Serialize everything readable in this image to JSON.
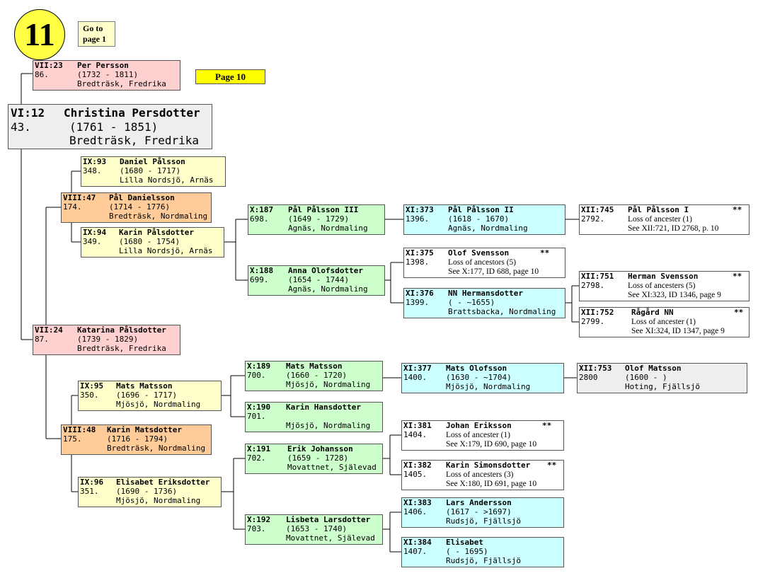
{
  "page_badge": "11",
  "goto_label_1": "Go to",
  "goto_label_2": "page 1",
  "page_ref": "Page 10",
  "main": {
    "id": "VI:12",
    "num": "43.",
    "name": "Christina Persdotter",
    "years": "(1761 - 1851)",
    "place": "Bredträsk, Fredrika"
  },
  "persons": {
    "p1": {
      "id": "VII:23",
      "num": "86.",
      "name": "Per Persson",
      "years": "(1732 - 1811)",
      "place": "Bredträsk, Fredrika"
    },
    "p2": {
      "id": "VII:24",
      "num": "87.",
      "name": "Katarina Pålsdotter",
      "years": "(1739 - 1829)",
      "place": "Bredträsk, Fredrika"
    },
    "p3": {
      "id": "VIII:47",
      "num": "174.",
      "name": "Pål Danielsson",
      "years": "(1714 - 1776)",
      "place": "Bredträsk, Nordmaling"
    },
    "p4": {
      "id": "VIII:48",
      "num": "175.",
      "name": "Karin Matsdotter",
      "years": "(1716 - 1794)",
      "place": "Bredträsk, Nordmaling"
    },
    "p5": {
      "id": "IX:93",
      "num": "348.",
      "name": "Daniel Pålsson",
      "years": "(1680 - 1717)",
      "place": "Lilla Nordsjö, Arnäs"
    },
    "p6": {
      "id": "IX:94",
      "num": "349.",
      "name": "Karin Pålsdotter",
      "years": "(1680 - 1754)",
      "place": "Lilla Nordsjö, Arnäs"
    },
    "p7": {
      "id": "IX:95",
      "num": "350.",
      "name": "Mats Matsson",
      "years": "(1696 - 1717)",
      "place": "Mjösjö, Nordmaling"
    },
    "p8": {
      "id": "IX:96",
      "num": "351.",
      "name": "Elisabet Eriksdotter",
      "years": "(1690 - 1736)",
      "place": "Mjösjö, Nordmaling"
    },
    "p9": {
      "id": "X:187",
      "num": "698.",
      "name": "Pål Pålsson III",
      "years": "(1649 - 1729)",
      "place": "Agnäs, Nordmaling"
    },
    "p10": {
      "id": "X:188",
      "num": "699.",
      "name": "Anna Olofsdotter",
      "years": "(1654 - 1744)",
      "place": "Agnäs, Nordmaling"
    },
    "p11": {
      "id": "X:189",
      "num": "700.",
      "name": "Mats Matsson",
      "years": "(1660 - 1720)",
      "place": "Mjösjö, Nordmaling"
    },
    "p12": {
      "id": "X:190",
      "num": "701.",
      "name": "Karin Hansdotter",
      "years": "",
      "place": "Mjösjö, Nordmaling"
    },
    "p13": {
      "id": "X:191",
      "num": "702.",
      "name": "Erik Johansson",
      "years": "(1659 - 1728)",
      "place": "Movattnet, Själevad"
    },
    "p14": {
      "id": "X:192",
      "num": "703.",
      "name": "Lisbeta Larsdotter",
      "years": "(1653 - 1740)",
      "place": "Movattnet, Själevad"
    },
    "p15": {
      "id": "XI:373",
      "num": "1396.",
      "name": "Pål Pålsson II",
      "years": "(1618 - 1670)",
      "place": "Agnäs, Nordmaling"
    },
    "p16": {
      "id": "XI:375",
      "num": "1398.",
      "name": "Olof Svensson",
      "star": "**",
      "l2": "Loss of ancestors (5)",
      "l3": "See X:177, ID 688, page 10"
    },
    "p17": {
      "id": "XI:376",
      "num": "1399.",
      "name": "NN Hermansdotter",
      "years": "( - ~1655)",
      "place": "Brattsbacka, Nordmaling"
    },
    "p18": {
      "id": "XI:377",
      "num": "1400.",
      "name": "Mats Olofsson",
      "years": "(1630 - ~1704)",
      "place": "Mjösjö, Nordmaling"
    },
    "p19": {
      "id": "XI:381",
      "num": "1404.",
      "name": "Johan Eriksson",
      "star": "**",
      "l2": "Loss of ancester (1)",
      "l3": "See X:179, ID 690, page 10"
    },
    "p20": {
      "id": "XI:382",
      "num": "1405.",
      "name": "Karin Simonsdotter",
      "star": "**",
      "l2": "Loss of ancesters (3)",
      "l3": "See X:180, ID 691, page 10"
    },
    "p21": {
      "id": "XI:383",
      "num": "1406.",
      "name": "Lars Andersson",
      "years": "(1617 - >1697)",
      "place": "Rudsjö, Fjällsjö"
    },
    "p22": {
      "id": "XI:384",
      "num": "1407.",
      "name": "Elisabet",
      "years": "( - 1695)",
      "place": "Rudsjö, Fjällsjö"
    },
    "p23": {
      "id": "XII:745",
      "num": "2792.",
      "name": "Pål Pålsson I",
      "star": "**",
      "l2": "Loss of ancester (1)",
      "l3": "See XII:721, ID 2768, p. 10"
    },
    "p24": {
      "id": "XII:751",
      "num": "2798.",
      "name": "Herman Svensson",
      "star": "**",
      "l2": "Loss of ancesters (5)",
      "l3": "See XI:323, ID 1346, page 9"
    },
    "p25": {
      "id": "XII:752",
      "num": "2799.",
      "name": "Rågård NN",
      "star": "**",
      "l2": "Loss of ancester (1)",
      "l3": "See XI:324, ID 1347, page 9"
    },
    "p26": {
      "id": "XII:753",
      "num": "2800",
      "name": "Olof Matsson",
      "years": "(1600 - )",
      "place": "Hoting, Fjällsjö"
    }
  }
}
